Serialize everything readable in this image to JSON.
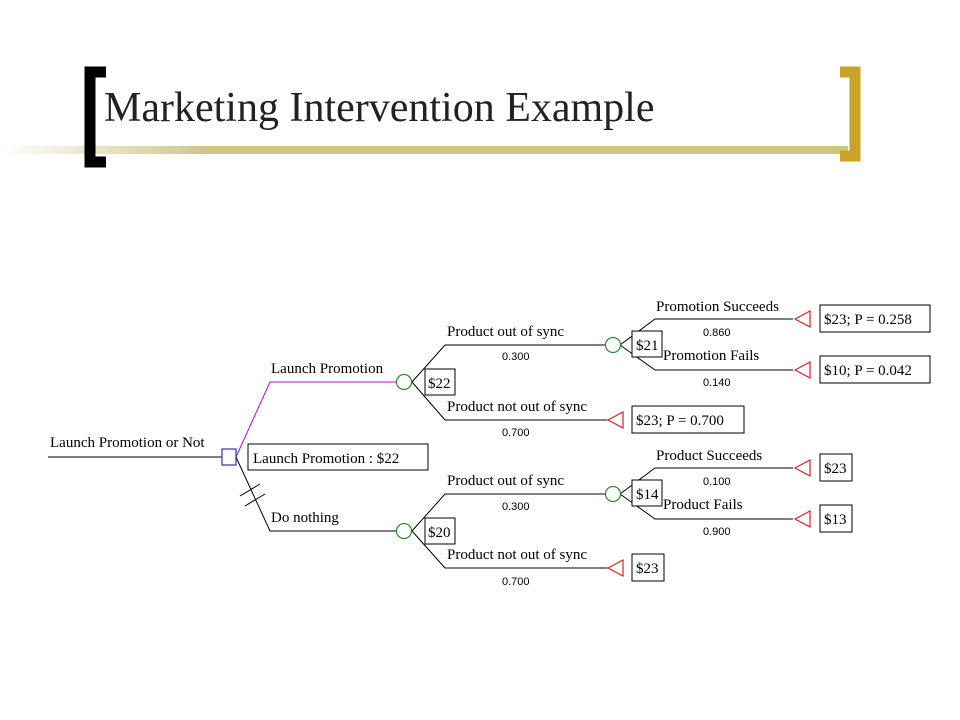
{
  "title": "Marketing Intervention Example",
  "tree": {
    "root_label": "Launch Promotion or Not",
    "decision_result": "Launch Promotion : $22",
    "branches": [
      {
        "label": "Launch Promotion",
        "value": "$22",
        "chosen": true,
        "sub": [
          {
            "label": "Product out of sync",
            "prob": "0.300",
            "value": "$21",
            "sub": [
              {
                "label": "Promotion Succeeds",
                "prob": "0.860",
                "terminal": "$23; P = 0.258"
              },
              {
                "label": "Promotion Fails",
                "prob": "0.140",
                "terminal": "$10; P = 0.042"
              }
            ]
          },
          {
            "label": "Product not out of sync",
            "prob": "0.700",
            "terminal": "$23; P = 0.700"
          }
        ]
      },
      {
        "label": "Do nothing",
        "value": "$20",
        "chosen": false,
        "sub": [
          {
            "label": "Product out of sync",
            "prob": "0.300",
            "value": "$14",
            "sub": [
              {
                "label": "Product Succeeds",
                "prob": "0.100",
                "terminal": "$23"
              },
              {
                "label": "Product Fails",
                "prob": "0.900",
                "terminal": "$13"
              }
            ]
          },
          {
            "label": "Product not out of sync",
            "prob": "0.700",
            "terminal": "$23"
          }
        ]
      }
    ]
  },
  "colors": {
    "bracket_dark": "#000000",
    "bracket_gold": "#C9A227",
    "band_gold": "#C8BE7A",
    "chosen_branch": "#CC00CC",
    "decision_node": "#3333AA",
    "chance_node": "#2E8B2E",
    "terminal_node": "#DD2222",
    "line": "#000000"
  }
}
